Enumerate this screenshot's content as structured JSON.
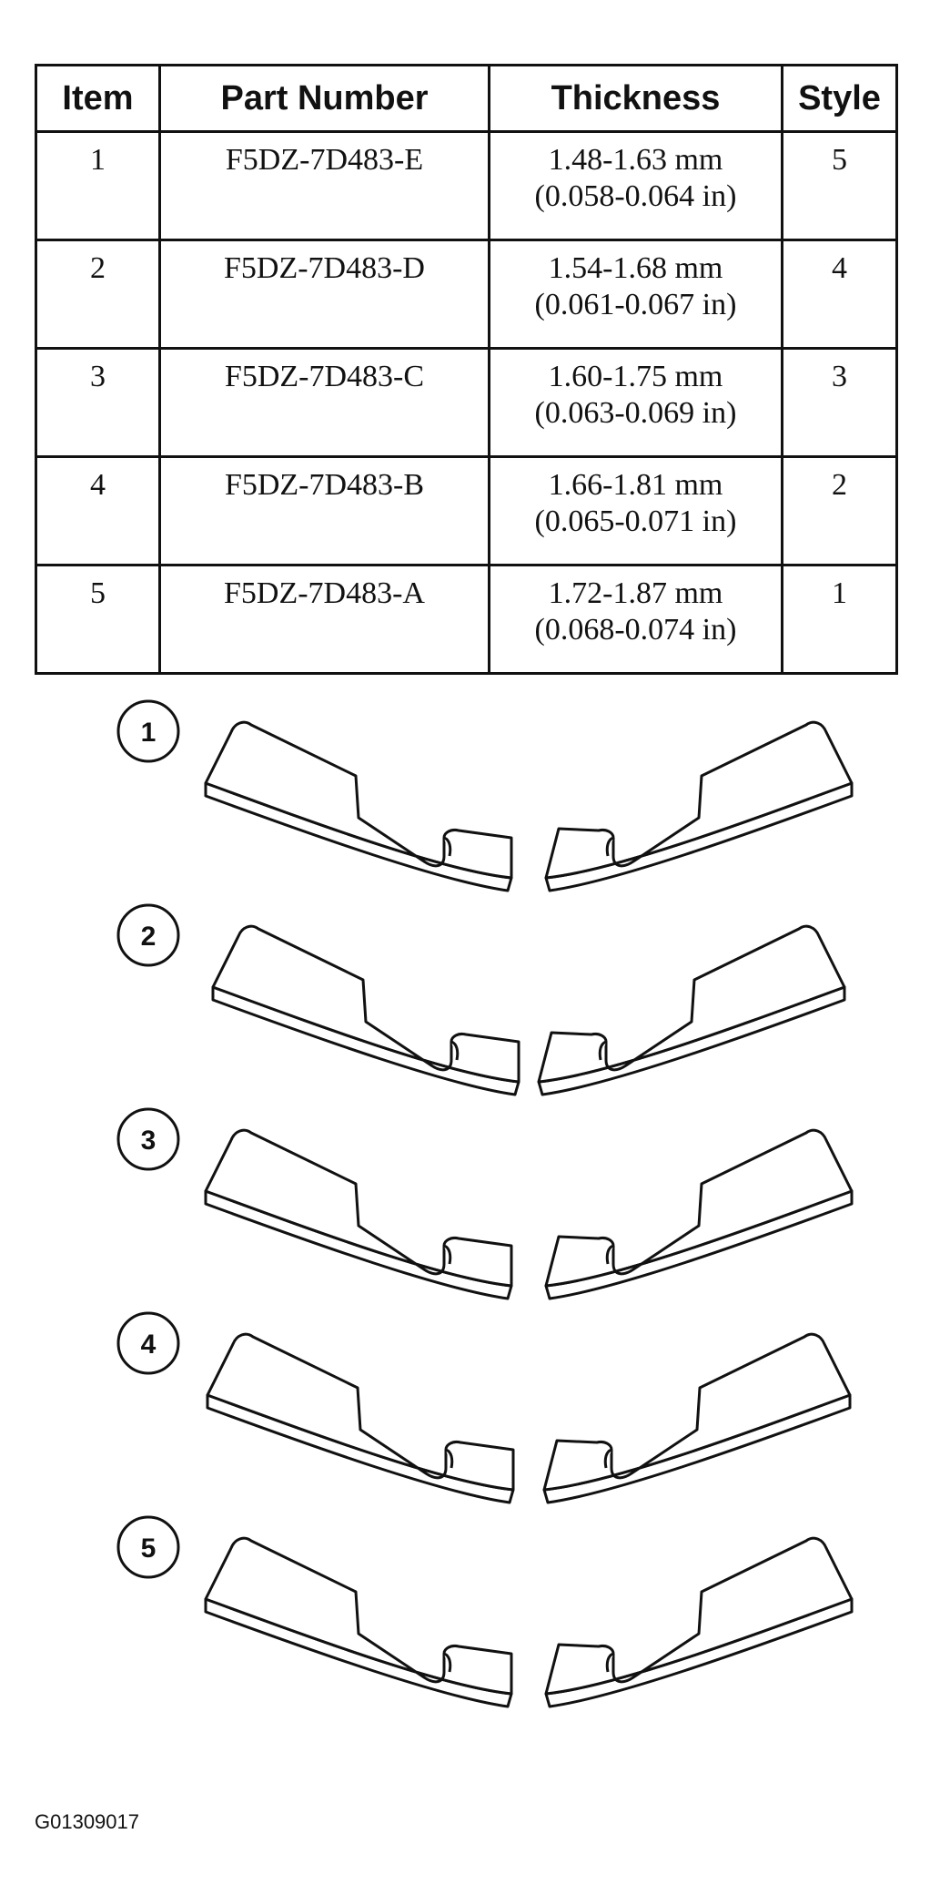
{
  "table": {
    "headers": {
      "item": "Item",
      "part_number": "Part Number",
      "thickness": "Thickness",
      "style": "Style"
    },
    "rows": [
      {
        "item": "1",
        "part_number": "F5DZ-7D483-E",
        "thickness_mm": "1.48-1.63 mm",
        "thickness_in": "(0.058-0.064 in)",
        "style": "5"
      },
      {
        "item": "2",
        "part_number": "F5DZ-7D483-D",
        "thickness_mm": "1.54-1.68 mm",
        "thickness_in": "(0.061-0.067 in)",
        "style": "4"
      },
      {
        "item": "3",
        "part_number": "F5DZ-7D483-C",
        "thickness_mm": "1.60-1.75 mm",
        "thickness_in": "(0.063-0.069 in)",
        "style": "3"
      },
      {
        "item": "4",
        "part_number": "F5DZ-7D483-B",
        "thickness_mm": "1.66-1.81 mm",
        "thickness_in": "(0.065-0.071 in)",
        "style": "2"
      },
      {
        "item": "5",
        "part_number": "F5DZ-7D483-A",
        "thickness_mm": "1.72-1.87 mm",
        "thickness_in": "(0.068-0.074 in)",
        "style": "1"
      }
    ]
  },
  "styles": {
    "labels": [
      "1",
      "2",
      "3",
      "4",
      "5"
    ]
  },
  "figure_code": "G01309017"
}
